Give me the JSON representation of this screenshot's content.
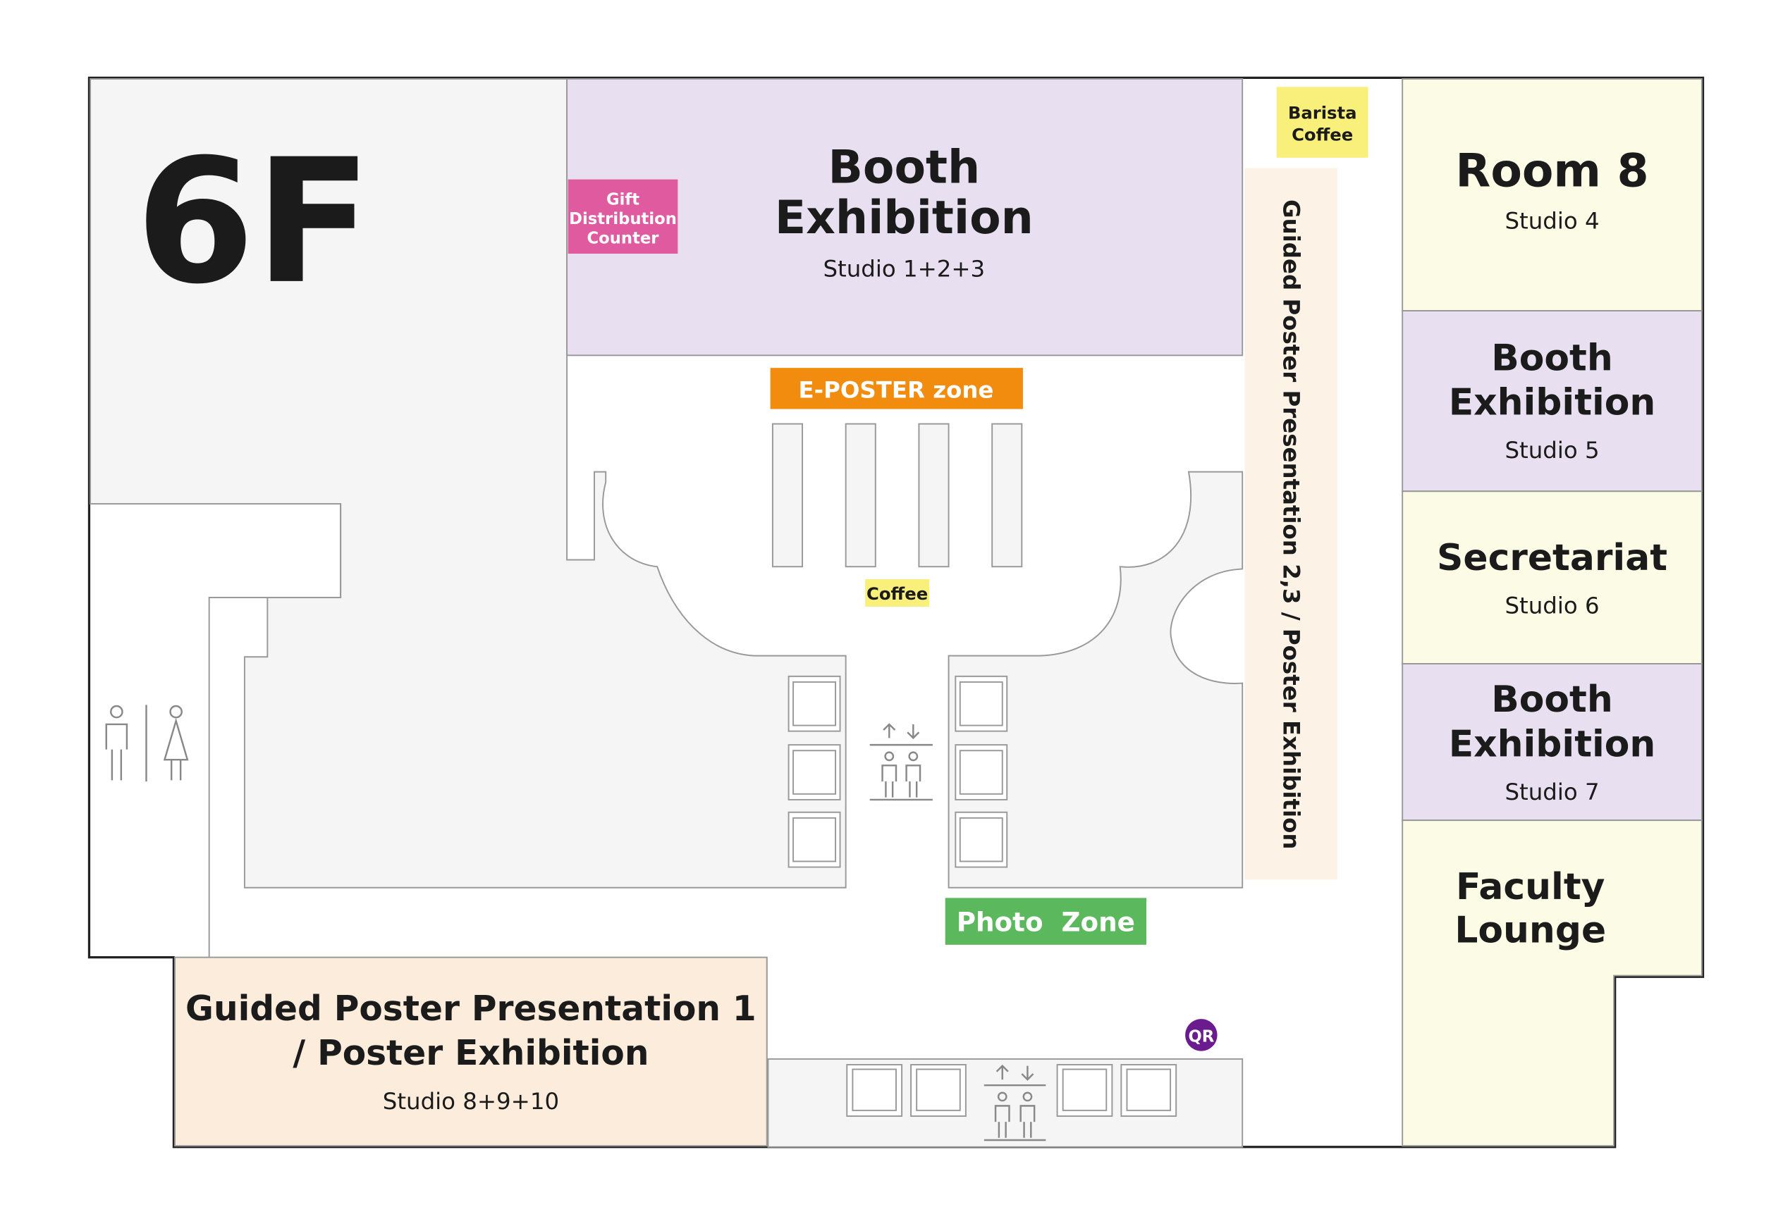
{
  "floor": {
    "label": "6F"
  },
  "colors": {
    "booth": "#e8e0f0",
    "room": "#fcfce6",
    "poster": "#fcecdc",
    "gray_floor": "#f5f5f5",
    "outline": "#222222",
    "gift": "#e05aa0",
    "eposter": "#f28c0f",
    "photo": "#5cb85c",
    "coffee": "#f8f07a",
    "qr": "#6a1b8e"
  },
  "top_booth": {
    "title_line1": "Booth",
    "title_line2": "Exhibition",
    "studio": "Studio 1+2+3"
  },
  "gift_counter": {
    "line1": "Gift",
    "line2": "Distribution",
    "line3": "Counter"
  },
  "barista": {
    "line1": "Barista",
    "line2": "Coffee"
  },
  "eposter": {
    "label": "E-POSTER zone"
  },
  "coffee_spot": {
    "label": "Coffee"
  },
  "photo_zone": {
    "label": "Photo  Zone"
  },
  "vertical_poster": {
    "label": "Guided Poster Presentation 2,3 / Poster Exhibition"
  },
  "rooms": {
    "room8": {
      "title": "Room 8",
      "studio": "Studio 4"
    },
    "booth5": {
      "title_line1": "Booth",
      "title_line2": "Exhibition",
      "studio": "Studio 5"
    },
    "secretariat": {
      "title": "Secretariat",
      "studio": "Studio 6"
    },
    "booth7": {
      "title_line1": "Booth",
      "title_line2": "Exhibition",
      "studio": "Studio 7"
    },
    "faculty": {
      "title_line1": "Faculty",
      "title_line2": "Lounge"
    }
  },
  "bottom_poster": {
    "line1": "Guided Poster Presentation 1",
    "line2": "/ Poster Exhibition",
    "studio": "Studio 8+9+10"
  },
  "qr": {
    "label": "QR"
  },
  "icons": {
    "restroom": "restroom-icon",
    "elevator": "elevator-icon"
  }
}
